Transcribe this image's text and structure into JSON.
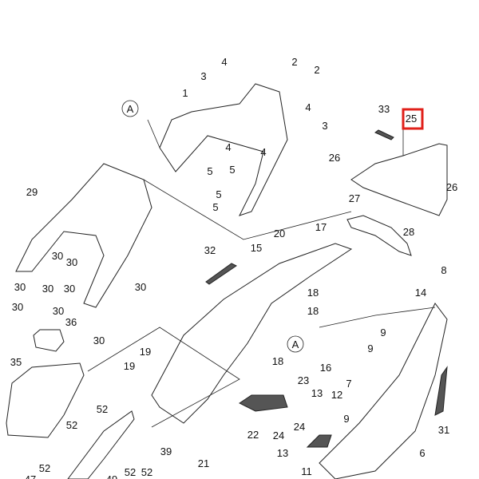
{
  "title": "Yamaha scooter side cover parts diagram",
  "highlight_color": "#e0201a",
  "highlighted_part": "25",
  "reference_marks": [
    "A",
    "A"
  ],
  "callouts": [
    "4",
    "2",
    "2",
    "3",
    "1",
    "4",
    "3",
    "4",
    "4",
    "5",
    "5",
    "5",
    "5",
    "33",
    "25",
    "26",
    "26",
    "27",
    "28",
    "29",
    "17",
    "20",
    "15",
    "32",
    "30",
    "30",
    "30",
    "30",
    "30",
    "30",
    "30",
    "30",
    "30",
    "36",
    "35",
    "19",
    "19",
    "52",
    "52",
    "52",
    "39",
    "21",
    "52",
    "52",
    "47",
    "49",
    "18",
    "18",
    "18",
    "16",
    "8",
    "14",
    "9",
    "9",
    "9",
    "23",
    "13",
    "12",
    "7",
    "24",
    "24",
    "22",
    "13",
    "11",
    "6",
    "31"
  ]
}
